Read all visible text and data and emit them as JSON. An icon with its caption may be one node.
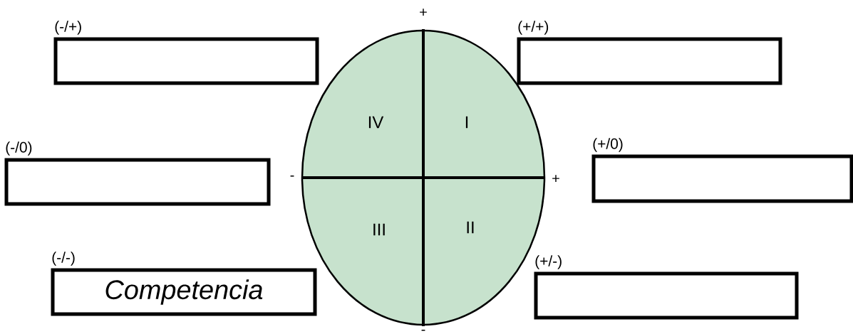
{
  "diagram": {
    "nodes": [
      {
        "text": [
          "(-/+)"
        ]
      },
      {
        "text": [
          "(+/+)"
        ]
      },
      {
        "text": [],
        "shape": "circle"
      },
      {
        "text": [
          "IV"
        ],
        "in": 2
      },
      {
        "text": [
          "I"
        ],
        "in": 2
      },
      {
        "text": [
          "(-/0)"
        ]
      },
      {
        "text": [
          "(+/0)"
        ]
      },
      {
        "text": [
          "III"
        ],
        "in": 2
      },
      {
        "text": [
          "II"
        ],
        "in": 2
      },
      {
        "text": [
          "(-/-)",
          "Competencia"
        ]
      },
      {
        "text": [
          "(+/-)"
        ]
      }
    ],
    "labels": [
      "+",
      "-",
      "+",
      "-"
    ]
  }
}
